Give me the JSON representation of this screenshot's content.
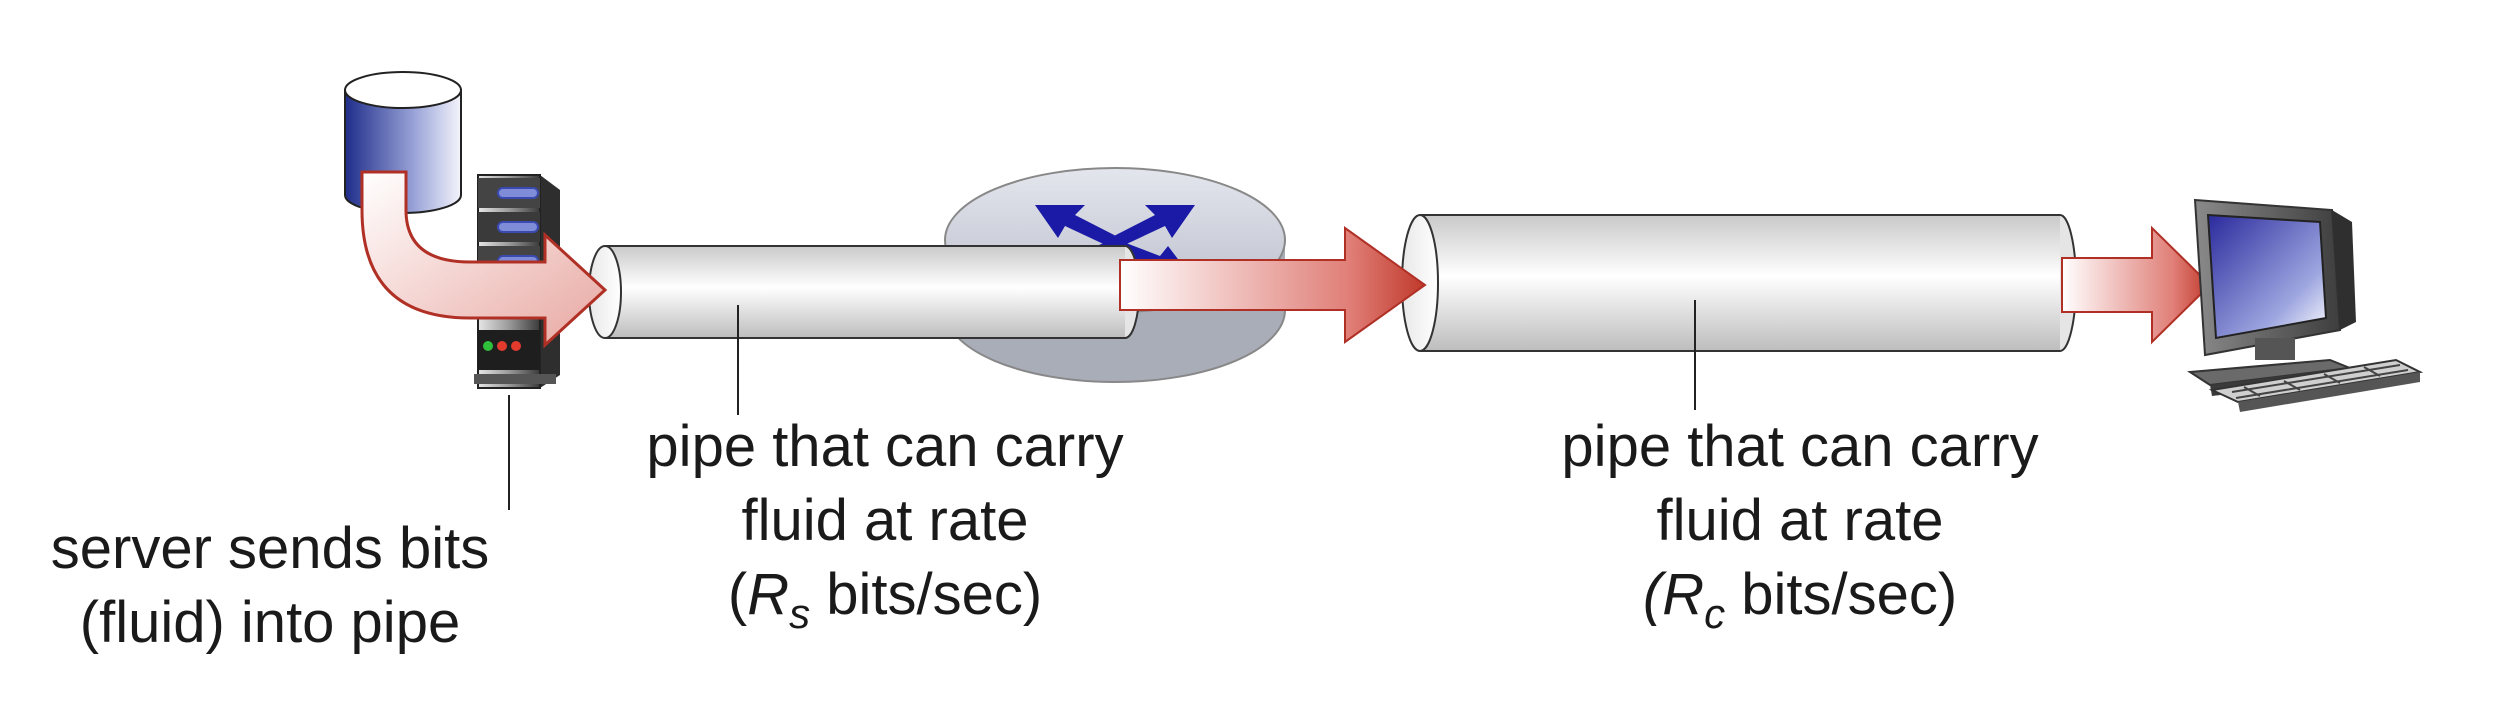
{
  "labels": {
    "server": {
      "line1": "server sends bits",
      "line2": "(fluid) into pipe"
    },
    "pipe_s": {
      "line1": "pipe that can carry",
      "line2": "fluid at rate",
      "prefix": "(",
      "symbol": "R",
      "subscript": "s",
      "suffix": " bits/sec)"
    },
    "pipe_c": {
      "line1": "pipe that can carry",
      "line2": "fluid at rate",
      "prefix": "(",
      "symbol": "R",
      "subscript": "c",
      "suffix": " bits/sec)"
    }
  },
  "icons": {
    "server": "server-icon",
    "database": "database-icon",
    "router": "router-icon",
    "client": "desktop-computer-icon"
  },
  "colors": {
    "arrow": "#c0392b",
    "router_arrows": "#1a1aa6",
    "pipe_edge": "#333333"
  }
}
